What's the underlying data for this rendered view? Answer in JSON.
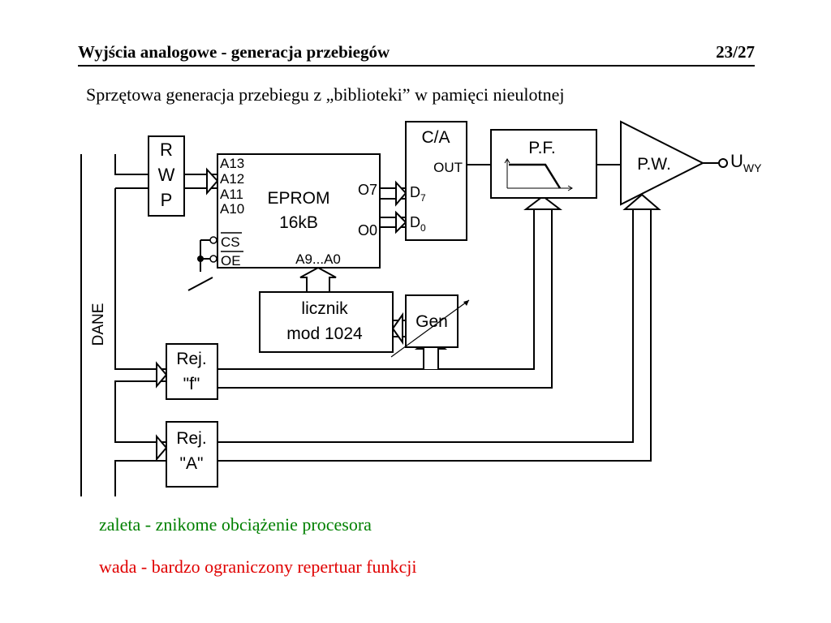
{
  "header": {
    "title": "Wyjścia analogowe - generacja przebiegów",
    "page": "23/27"
  },
  "subtitle": "Sprzętowa generacja przebiegu z „biblioteki” w pamięci nieulotnej",
  "diagram": {
    "bus_label": "DANE",
    "rwp": {
      "line1": "R",
      "line2": "W",
      "line3": "P"
    },
    "eprom": {
      "a13": "A13",
      "a12": "A12",
      "a11": "A11",
      "a10": "A10",
      "name": "EPROM",
      "size": "16kB",
      "o7": "O7",
      "o0": "O0",
      "cs": "CS",
      "oe": "OE",
      "addr": "A9...A0"
    },
    "dac": {
      "name": "C/A",
      "out": "OUT",
      "d7": "D",
      "d7_sub": "7",
      "d0": "D",
      "d0_sub": "0"
    },
    "filter": {
      "name": "P.F."
    },
    "amplifier": {
      "name": "P.W."
    },
    "output": {
      "label": "U",
      "sub": "WY"
    },
    "counter": {
      "line1": "licznik",
      "line2": "mod 1024"
    },
    "generator": {
      "name": "Gen"
    },
    "reg_f": {
      "line1": "Rej.",
      "line2": "\"f\""
    },
    "reg_a": {
      "line1": "Rej.",
      "line2": "\"A\""
    }
  },
  "footer": {
    "advantage": "zaleta - znikome obciążenie procesora",
    "disadvantage": "wada - bardzo ograniczony repertuar funkcji"
  }
}
